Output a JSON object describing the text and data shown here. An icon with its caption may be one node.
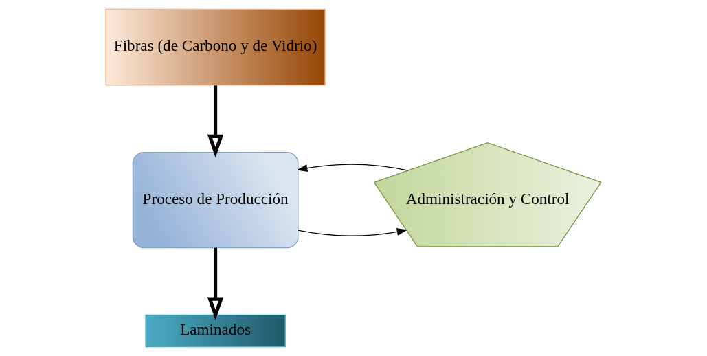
{
  "diagram": {
    "nodes": [
      {
        "text": [
          "Fibras (de Carbono y de Vidrio)"
        ]
      },
      {
        "text": [
          "Proceso de Producción"
        ]
      },
      {
        "text": [
          "Administración y Control"
        ]
      },
      {
        "text": [
          "Laminados"
        ]
      }
    ],
    "edges": [
      {
        "from": 0,
        "to": 1,
        "arrow": "to",
        "style": "thick"
      },
      {
        "from": 1,
        "to": 2,
        "arrow": "to"
      },
      {
        "from": 2,
        "to": 1,
        "arrow": "to"
      },
      {
        "from": 1,
        "to": 3,
        "arrow": "to",
        "style": "thick"
      }
    ]
  }
}
